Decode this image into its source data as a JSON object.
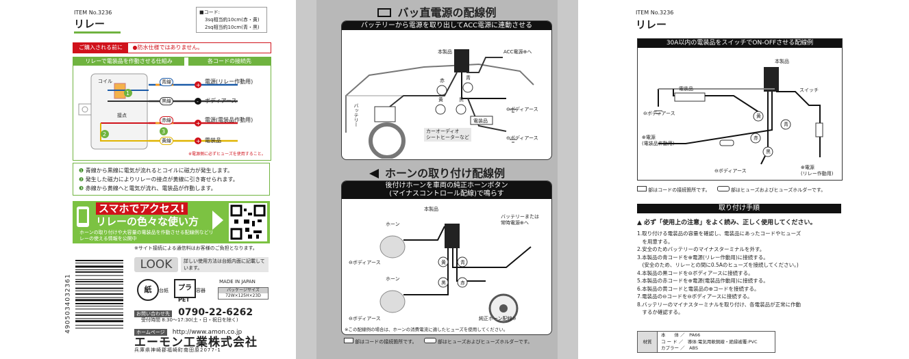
{
  "left": {
    "item_no": "ITEM No.3236",
    "product": "リレー",
    "cord_spec": [
      "■コード:",
      "3sq相当約10cm(赤・黄)",
      "2sq相当約10cm(青・黒)"
    ],
    "notice_label": "ご購入される前に",
    "notice_text": "●防水仕様ではありません。",
    "mechanism_title": "リレーで電装品を作動させる仕組み",
    "connections_title": "各コードの接続先",
    "diagram_labels": {
      "coil": "コイル",
      "contact": "接点",
      "blue": "青線",
      "black": "黒線",
      "red": "赤線",
      "yellow": "黄線"
    },
    "connections": [
      "電源(リレー作動用)",
      "ボディアース",
      "電源(電装品作動用)",
      "電装品"
    ],
    "fuse_note": "※電源側に必ずヒューズを使用すること。",
    "steps": [
      "青線から黒線に電気が流れるとコイルに磁力が発生します。",
      "発生した磁力によりリレーの接点が黄線に引き寄せられます。",
      "赤線から黄線へと電気が流れ、電装品が作動します。"
    ],
    "banner_title1": "スマホでアクセス!",
    "banner_title2": "リレーの色々な使い方",
    "banner_desc": "ホーンの取り付けや大容量の電装品を作動させる配線例などリレーの使える情報を公開中",
    "site_note": "※サイト接続による通信料はお客様のご負担となります。",
    "look_label": "LOOK",
    "look_text": "詳しい使用方法は台紙内面に記載しています。",
    "paper_label": "紙",
    "paper_sub": "台紙",
    "pla_label": "プラ",
    "pla_sub": "容器",
    "pet_label": "PET",
    "made_in": "MADE IN JAPAN",
    "pkg_size_label": "パッケージサイズ",
    "pkg_size": "72W×125H×23D",
    "contact_label": "お問い合わせ先",
    "phone": "0790-22-6262",
    "hours_label": "受付時間",
    "hours": "8:30〜17:30(土・日・祝日を除く)",
    "homepage_label": "ホームページ",
    "url": "http://www.amon.co.jp",
    "company": "エーモン工業株式会社",
    "address": "兵庫県神崎郡福崎町南田原2077-1",
    "barcode": "4905034032361"
  },
  "center": {
    "title1": "バッ直電源の配線例",
    "sub1": "バッテリーから電源を取り出してACC電源に連動させる",
    "d1": {
      "product": "本製品",
      "acc": "ACC電源",
      "red": "赤",
      "blue": "青",
      "yellow": "黄",
      "black": "黒",
      "device": "電装品",
      "earth1": "ボディアース",
      "earth2": "ボディアース",
      "battery": "バッテリー",
      "ex1": "カーオーディオ",
      "ex2": "シートヒーターなど",
      "hetail": "へ"
    },
    "title2": "ホーンの取り付け配線例",
    "sub2a": "後付けホーンを車両の純正ホーンボタン",
    "sub2b": "(マイナスコントロール配線)で鳴らす",
    "d2": {
      "product": "本製品",
      "horn1": "ホーン",
      "horn2": "ホーン",
      "battery": "バッテリーまたは",
      "battery2": "常時電源",
      "to": "へ",
      "earth1": "ボディアース",
      "earth2": "ボディアース",
      "yellow": "黄",
      "blue": "青",
      "black": "黒",
      "red": "赤",
      "horn_btn": "純正ホーン配線"
    },
    "note": "※この配線例の場合は、ホーンの消費電流に適したヒューズを使用してください。",
    "legend1": "部はコードの接続箇所です。",
    "legend2": "部はヒューズおよびヒューズホルダーです。"
  },
  "right": {
    "item_no": "ITEM No.3236",
    "product": "リレー",
    "diagram_title": "30A以内の電装品をスイッチでON-OFFさせる配線例",
    "d": {
      "product": "本製品",
      "device": "電装品",
      "switch": "スイッチ",
      "earth1": "ボディアース",
      "power1": "電源",
      "power1b": "(電装品作動用)",
      "earth2": "ボディアース",
      "power2": "電源",
      "power2b": "(リレー作動用)",
      "yellow": "黄",
      "red": "赤",
      "black": "黒",
      "blue": "青"
    },
    "legend1": "部はコードの接続箇所です。",
    "legend2": "部はヒューズおよびヒューズホルダーです。",
    "install_title": "取り付け手順",
    "warning": "必ず「使用上の注意」をよく読み、正しく使用してください。",
    "steps": [
      "1.取り付ける電装品の容量を確認し、電装品にあったコードやヒューズ",
      "　を用意する。",
      "2.安全のためバッテリーのマイナスターミナルを外す。",
      "3.本製品の青コードを⊕電源(リレー作動用)に接続する。",
      "　(安全のため、リレーとの間に0.5Aのヒューズを接続してください。)",
      "4.本製品の黒コードを⊖ボディアースに接続する。",
      "5.本製品の赤コードを⊕電源(電装品作動用)に接続する。",
      "6.本製品の黄コードと電装品の⊕コードを接続する。",
      "7.電装品の⊖コードを⊖ボディアースに接続する。",
      "8.バッテリーのマイナスターミナルを取り付け、各電装品が正常に作動",
      "　するか確認する。"
    ],
    "material_label": "材質",
    "materials": [
      "本　　体 ／　PA66",
      "コ ー ド ／　導体:電気用軟銅線・絶縁被覆:PVC",
      "カプラー ／　ABS"
    ]
  },
  "colors": {
    "red": "#d0121b",
    "green": "#6fb33f",
    "black": "#111111",
    "gray": "#c9c9c9"
  }
}
